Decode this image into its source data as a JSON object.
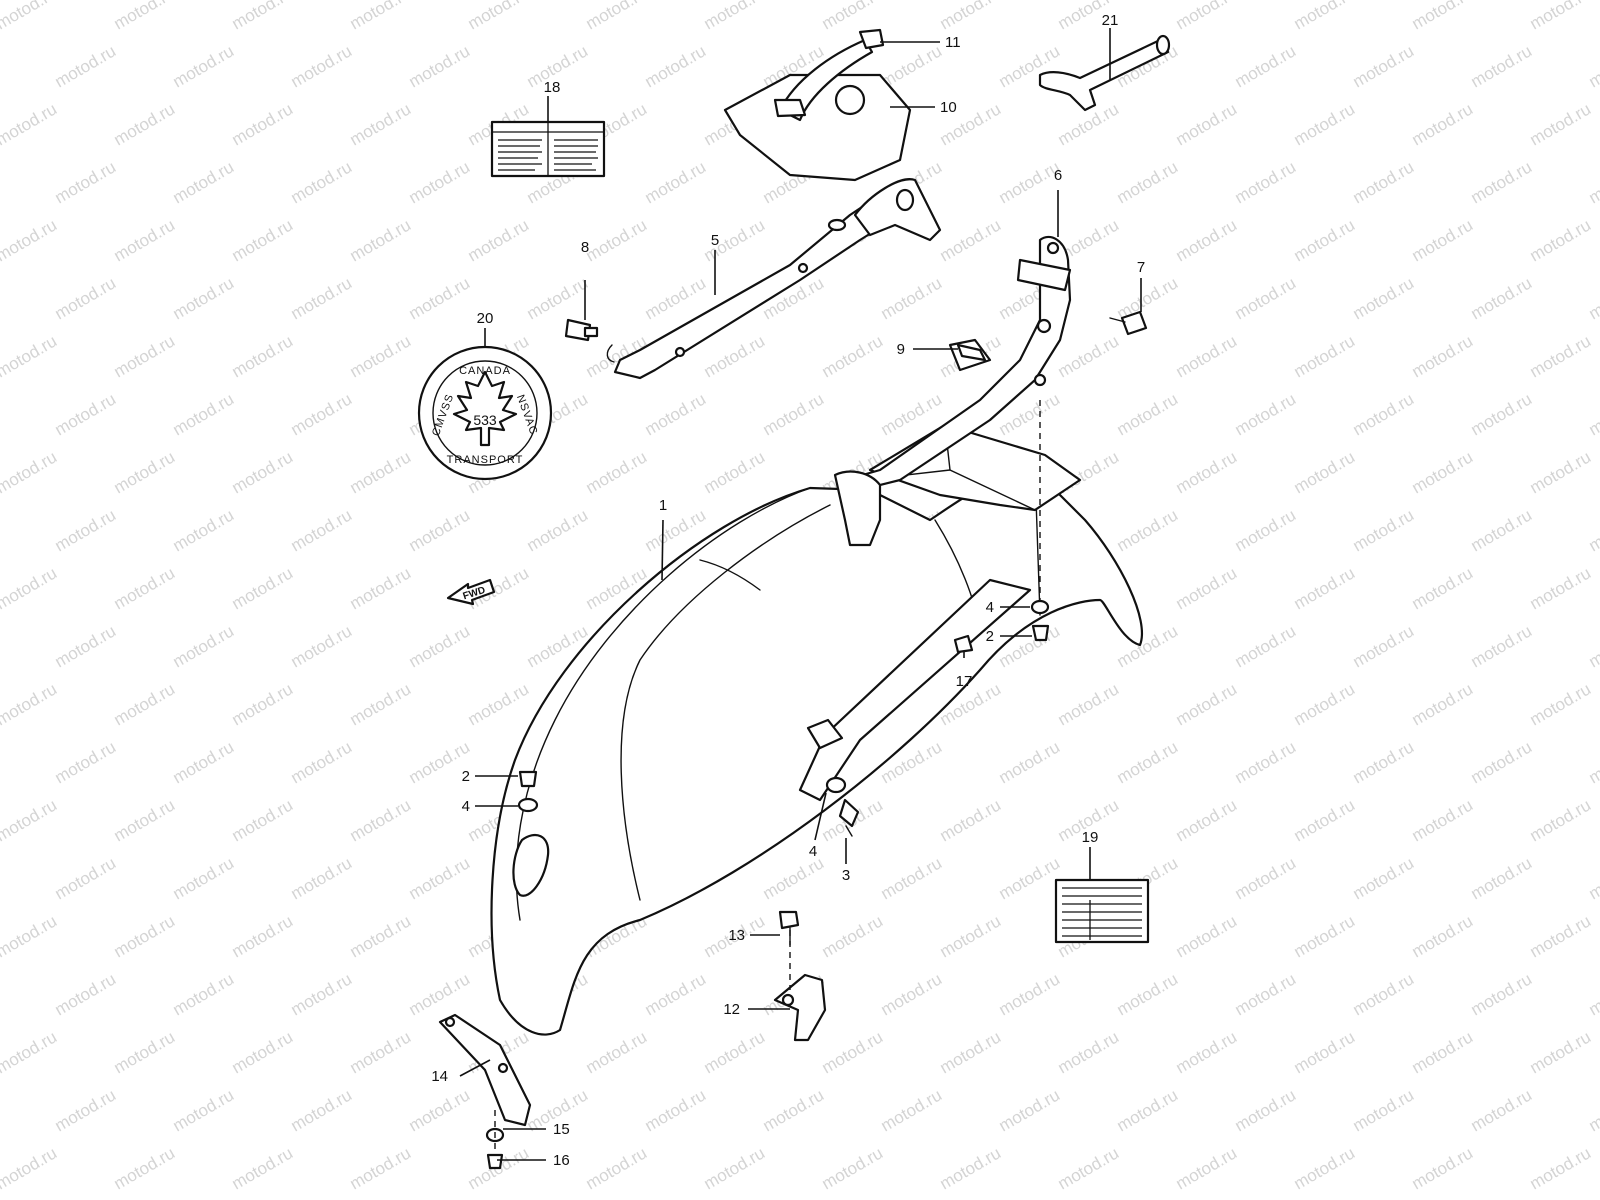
{
  "watermark": "motod.ru",
  "fwd_label": "FWD",
  "emblem": {
    "top": "CANADA",
    "left": "CMVSS",
    "right": "NSVAC",
    "bottom": "TRANSPORT",
    "number": "533"
  },
  "callouts": [
    "1",
    "2",
    "2",
    "3",
    "4",
    "4",
    "4",
    "5",
    "6",
    "7",
    "8",
    "9",
    "10",
    "11",
    "12",
    "13",
    "14",
    "15",
    "16",
    "17",
    "18",
    "19",
    "20",
    "21"
  ]
}
